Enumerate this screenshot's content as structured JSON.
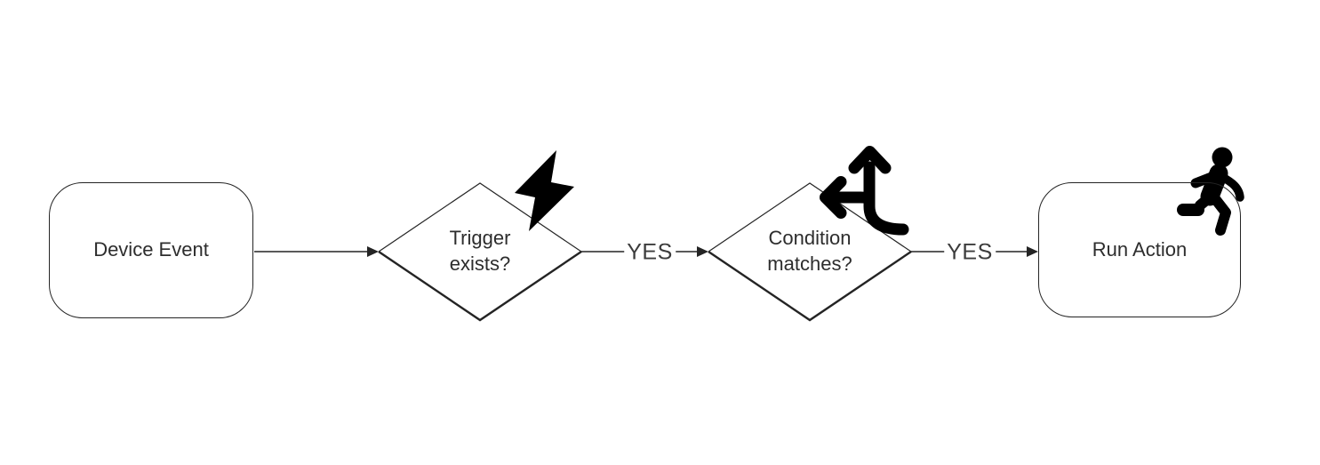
{
  "diagram": {
    "title": "automation-flowchart",
    "nodes": [
      {
        "id": "device-event",
        "type": "rounded-rect",
        "label": "Device Event",
        "icon": null
      },
      {
        "id": "trigger-exists",
        "type": "decision-diamond",
        "label_line1": "Trigger",
        "label_line2": "exists?",
        "icon": "lightning-bolt"
      },
      {
        "id": "condition-matches",
        "type": "decision-diamond",
        "label_line1": "Condition",
        "label_line2": "matches?",
        "icon": "arrows-split-up-left"
      },
      {
        "id": "run-action",
        "type": "rounded-rect",
        "label": "Run Action",
        "icon": "person-running"
      }
    ],
    "edges": [
      {
        "from": "device-event",
        "to": "trigger-exists",
        "label": ""
      },
      {
        "from": "trigger-exists",
        "to": "condition-matches",
        "label": "YES"
      },
      {
        "from": "condition-matches",
        "to": "run-action",
        "label": "YES"
      }
    ],
    "colors": {
      "background": "#ffffff",
      "stroke": "#242424",
      "text": "#2d2d2d",
      "edge_label_text": "#3c3c3c",
      "icon": "#000000"
    }
  }
}
